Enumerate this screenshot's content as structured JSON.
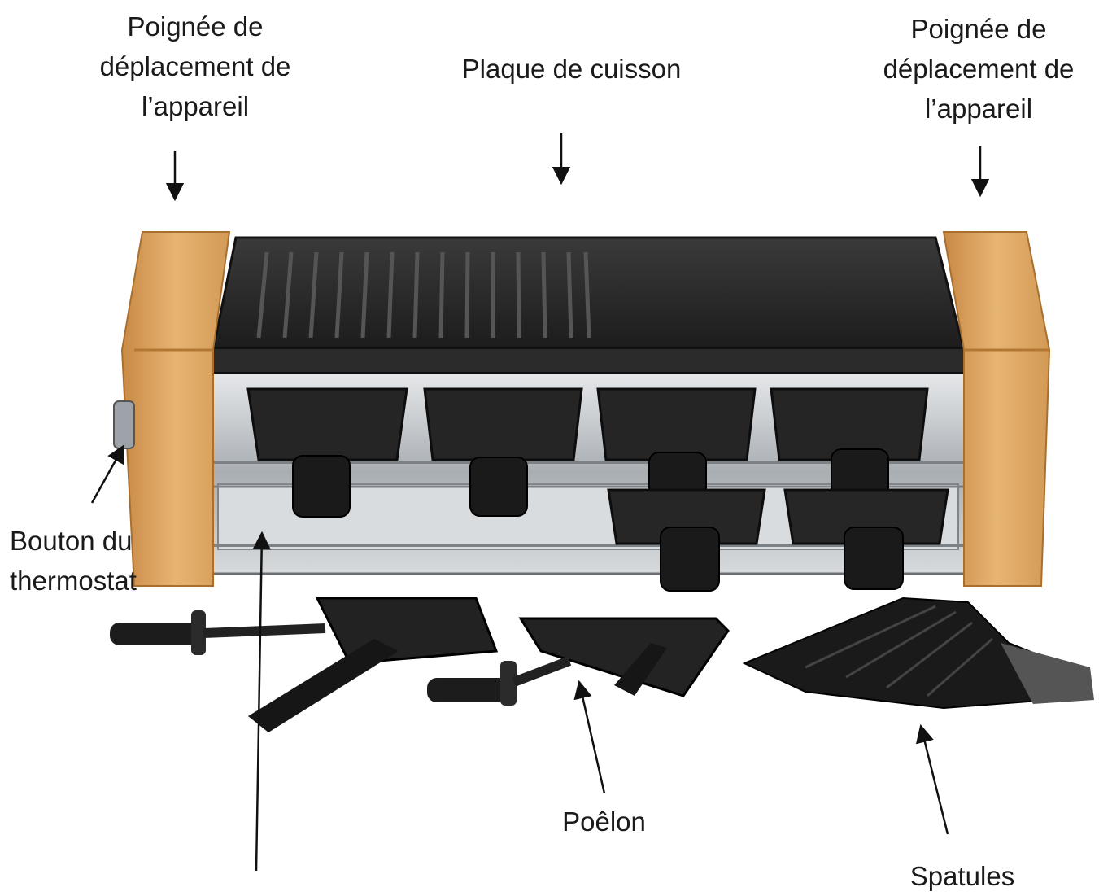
{
  "labels": {
    "handle_left": [
      "Poignée de",
      "déplacement de",
      "l’appareil"
    ],
    "plate": "Plaque de cuisson",
    "handle_right": [
      "Poignée de",
      "déplacement de",
      "l’appareil"
    ],
    "thermostat": [
      "Bouton du",
      "thermostat"
    ],
    "poelon": "Poêlon",
    "spatules": "Spatules"
  },
  "colors": {
    "wood": "#e0a865",
    "wood_dark": "#c98a45",
    "grill": "#2a2a2a",
    "steel": "#bfc3c6",
    "pan": "#1e1e1e",
    "text": "#1a1a1a"
  }
}
